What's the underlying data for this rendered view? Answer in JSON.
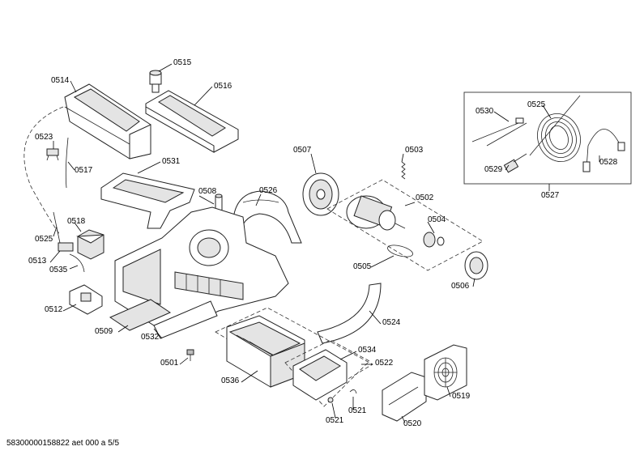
{
  "labels": {
    "p0515": "0515",
    "p0514": "0514",
    "p0516": "0516",
    "p0523": "0523",
    "p0517": "0517",
    "p0531": "0531",
    "p0508": "0508",
    "p0526": "0526",
    "p0507": "0507",
    "p0503": "0503",
    "p0502": "0502",
    "p0504": "0504",
    "p0518": "0518",
    "p0525a": "0525",
    "p0513": "0513",
    "p0535": "0535",
    "p0505": "0505",
    "p0506": "0506",
    "p0512": "0512",
    "p0524": "0524",
    "p0509": "0509",
    "p0532": "0532",
    "p0501": "0501",
    "p0534": "0534",
    "p0522": "0522",
    "p0536": "0536",
    "p0519": "0519",
    "p0521a": "0521",
    "p0521b": "0521",
    "p0520": "0520",
    "p0530": "0530",
    "p0525b": "0525",
    "p0529": "0529",
    "p0528": "0528",
    "p0527": "0527"
  },
  "footer": {
    "document_id": "58300000158822 aet 000 a 5/5"
  }
}
